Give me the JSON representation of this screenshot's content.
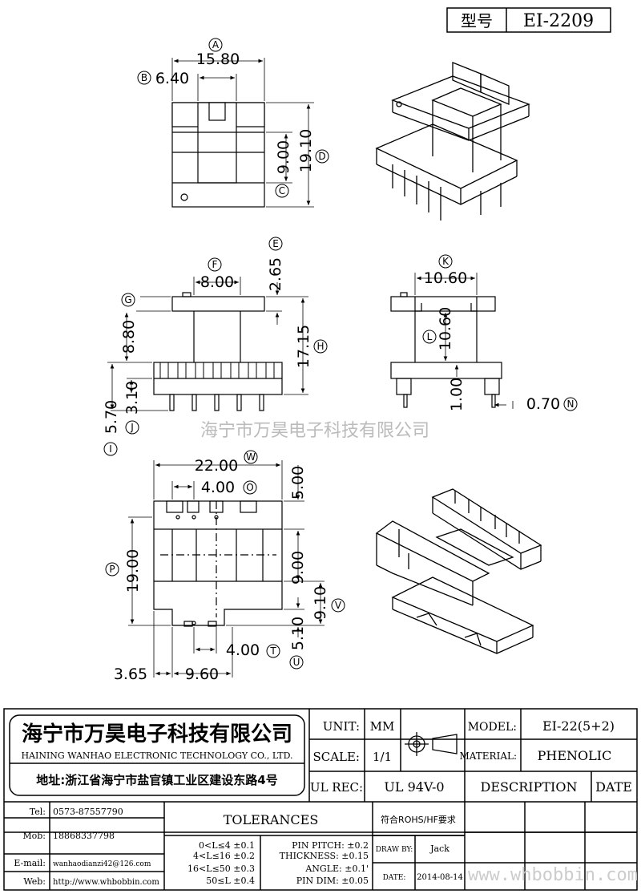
{
  "header": {
    "model_label": "型号",
    "model_value": "EI-2209"
  },
  "watermark": "海宁市万昊电子科技有限公司",
  "watermark_bottom": "www.whbobbin.com",
  "dimensions": {
    "A": {
      "letter": "A",
      "value": "15.80"
    },
    "B": {
      "letter": "B",
      "value": "6.40"
    },
    "C": {
      "letter": "C",
      "value": "9.00"
    },
    "D": {
      "letter": "D",
      "value": "19.10"
    },
    "E": {
      "letter": "E",
      "value": "2.65"
    },
    "F": {
      "letter": "F",
      "value": "8.00"
    },
    "G": {
      "letter": "G"
    },
    "H": {
      "letter": "H",
      "value": "17.15"
    },
    "I": {
      "letter": "I",
      "value": "5.70"
    },
    "J": {
      "letter": "J",
      "value": "3.10"
    },
    "K": {
      "letter": "K",
      "value": "10.60"
    },
    "L": {
      "letter": "L",
      "value": "10.60"
    },
    "M_val": {
      "value": "8.80"
    },
    "N": {
      "letter": "N",
      "value": "0.70"
    },
    "N_small": {
      "value": "1.00"
    },
    "W": {
      "letter": "W",
      "value": "22.00"
    },
    "O": {
      "letter": "O",
      "value": "4.00"
    },
    "Q5": {
      "value": "5.00"
    },
    "P": {
      "letter": "P",
      "value": "19.00"
    },
    "S9": {
      "value": "9.00"
    },
    "V": {
      "letter": "V",
      "value": "9.10"
    },
    "U": {
      "letter": "U",
      "value": "5.10"
    },
    "T": {
      "letter": "T",
      "value": "4.00"
    },
    "L365": {
      "value": "3.65"
    },
    "L960": {
      "value": "9.60"
    }
  },
  "title_block": {
    "company_cn": "海宁市万昊电子科技有限公司",
    "company_en": "HAINING WANHAO ELECTRONIC TECHNOLOGY CO., LTD.",
    "address": "地址:浙江省海宁市盐官镇工业区建设东路4号",
    "unit_label": "UNIT:",
    "unit_value": "MM",
    "scale_label": "SCALE:",
    "scale_value": "1/1",
    "ulrec_label": "UL REC:",
    "ulrec_value": "UL 94V-0",
    "model_label": "MODEL:",
    "model_value": "EI-22(5+2)",
    "material_label": "MATERIAL:",
    "material_value": "PHENOLIC",
    "description": "DESCRIPTION",
    "date_label": "DATE",
    "tel_label": "Tel:",
    "tel": "0573-87557790",
    "mob_label": "Mob:",
    "mob": "18868337798",
    "email_label": "E-mail:",
    "email": "wanhaodianzi42@126.com",
    "web_label": "Web:",
    "web": "http://www.whbobbin.com",
    "tolerances": "TOLERANCES",
    "tol1": "0<L≤4 ±0.1",
    "tol2": "4<L≤16 ±0.2",
    "tol3": "16<L≤50 ±0.3",
    "tol4": "50≤L ±0.4",
    "pin_pitch": "PIN PITCH: ±0.2",
    "thickness": "THICKNESS: ±0.15",
    "angle": "ANGLE: ±0.1'",
    "pin_dim": "PIN DIM: ±0.05",
    "rohs": "符合ROHS/HF要求",
    "draw_by_label": "DRAW BY:",
    "draw_by": "Jack",
    "date_label2": "DATE:",
    "date": "2014-08-14"
  }
}
